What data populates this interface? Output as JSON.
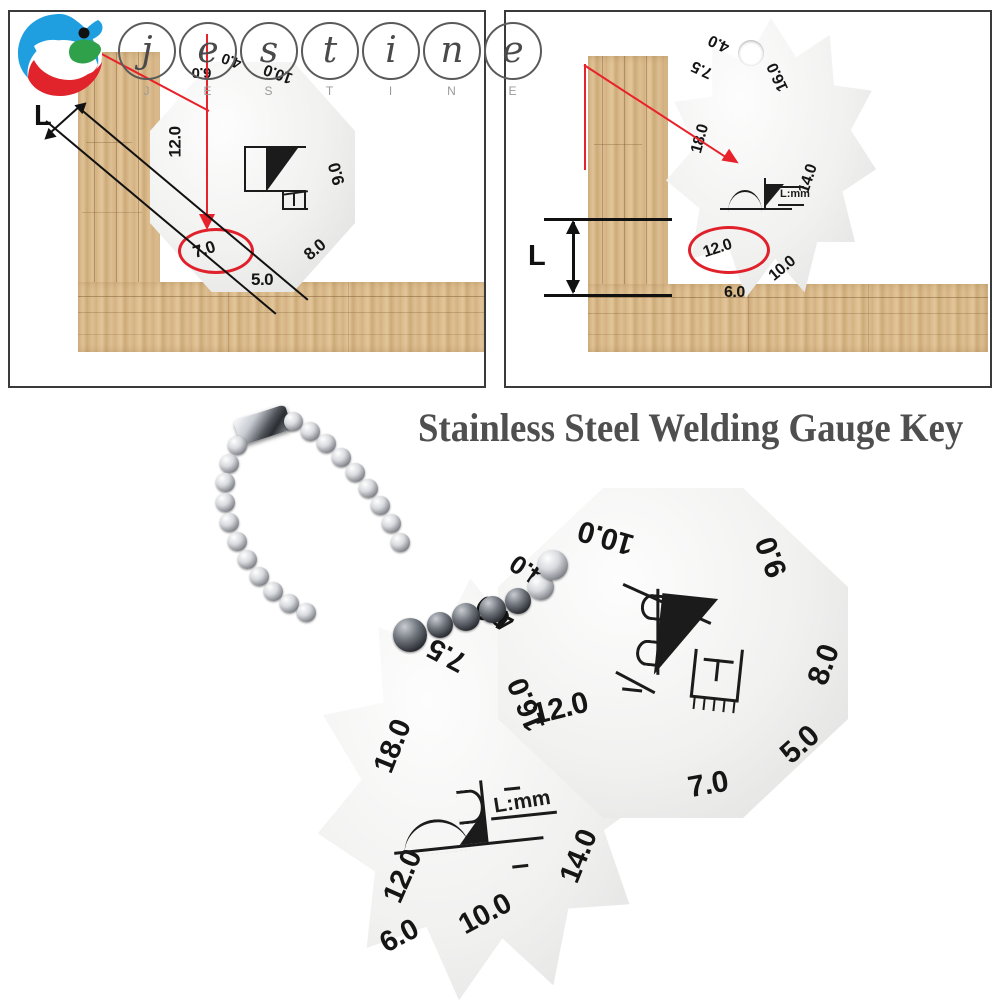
{
  "brand": {
    "name": "jestine",
    "logo_name": "fish-apple-logo",
    "watermark_letters": [
      "j",
      "e",
      "s",
      "t",
      "i",
      "n",
      "e"
    ],
    "watermark_sub": [
      "J",
      "E",
      "S",
      "T",
      "I",
      "N",
      "E"
    ],
    "logo_colors": {
      "blue": "#1f9fe0",
      "red": "#e1232c",
      "green": "#2fa14a"
    }
  },
  "title": "Stainless Steel Welding Gauge Key",
  "colors": {
    "accent_red": "#e0202a",
    "title_gray": "#4f4f4f",
    "panel_border": "#3a3a3a",
    "wood": "#d9b887",
    "steel": "#f1f1f0"
  },
  "panels": [
    {
      "id": "panel-left",
      "name": "fillet-weld-measurement-demo",
      "gauge_shape": "octagon",
      "dimension_label": "L",
      "highlighted_value": "7.0",
      "readings": [
        "12.0",
        "6.0",
        "4.0",
        "10.0",
        "9.0",
        "8.0",
        "5.0",
        "7.0"
      ],
      "weld_symbol": "fillet-weld-T"
    },
    {
      "id": "panel-right",
      "name": "concave-weld-measurement-demo",
      "gauge_shape": "star",
      "dimension_label": "L",
      "highlighted_value": "12.0",
      "readings": [
        "4.0",
        "7.5",
        "16.0",
        "18.0",
        "14.0",
        "12.0",
        "10.0",
        "6.0"
      ],
      "weld_symbol_label": "L:mm"
    }
  ],
  "hero": {
    "name": "product-photo",
    "octagon_gauge": {
      "name": "octagonal-welding-gauge",
      "readings": [
        "10.0",
        "9.0",
        "8.0",
        "5.0",
        "7.0",
        "12.0",
        "4.0",
        "6.0"
      ],
      "center_symbol": "fillet-weld-symbol",
      "center_symbol_text": "T"
    },
    "star_gauge": {
      "name": "star-welding-gauge",
      "readings": [
        "4.0",
        "7.5",
        "16.0",
        "18.0",
        "14.0",
        "12.0",
        "10.0",
        "6.0"
      ],
      "center_symbol": "concave-fillet-weld-symbol",
      "center_symbol_text": "L:mm"
    },
    "chain": {
      "name": "ball-chain-keyring",
      "clasp": "chain-clasp"
    }
  }
}
